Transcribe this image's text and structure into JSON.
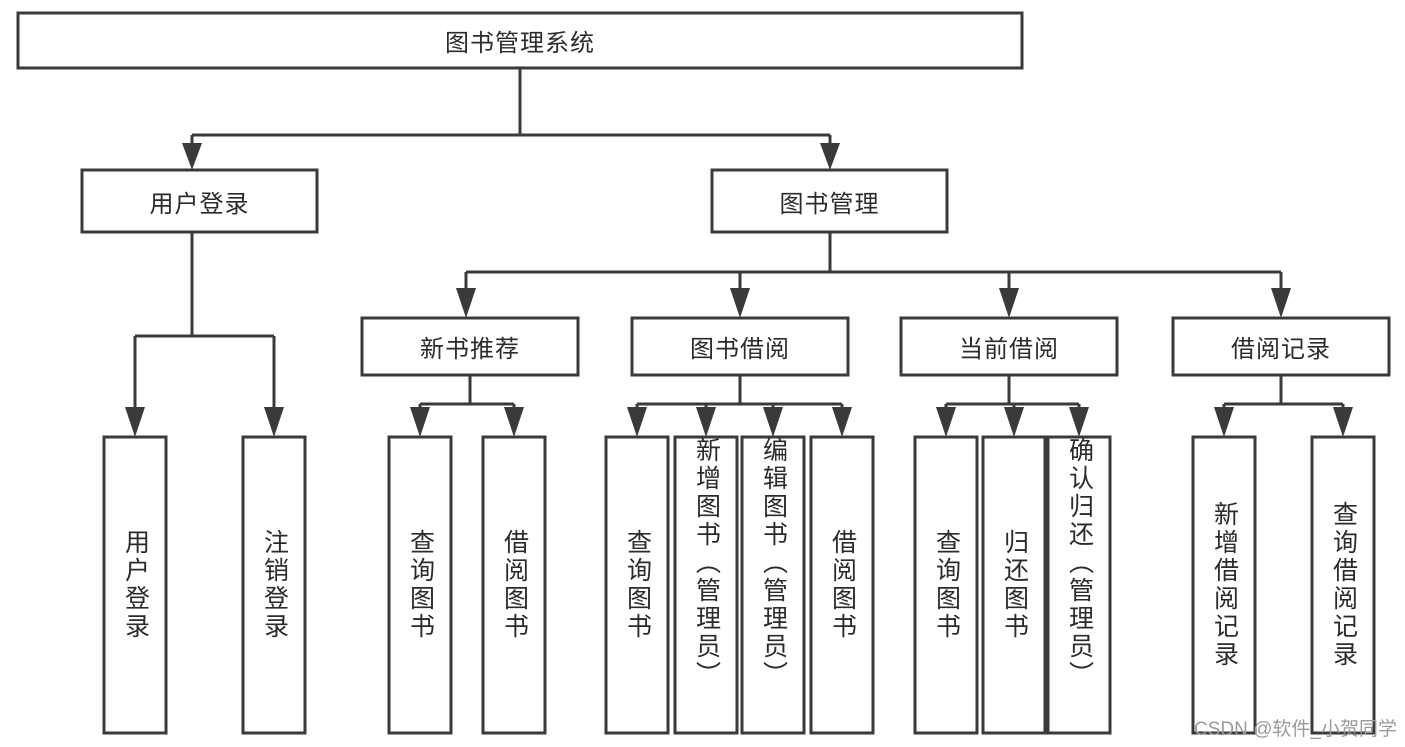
{
  "diagram": {
    "title": "图书管理系统",
    "type": "tree",
    "orientation": "top-down",
    "watermark": "CSDN @软件_小贺同学",
    "colors": {
      "background": "#ffffff",
      "box_fill": "#ffffff",
      "box_stroke": "#3a3a3a",
      "connector": "#3a3a3a",
      "text": "#2b2b2b",
      "watermark": "#9a9a9a"
    },
    "nodes": {
      "root": {
        "label": "图书管理系统",
        "level": 0
      },
      "level1": [
        {
          "id": "user-login",
          "label": "用户登录"
        },
        {
          "id": "book-manage",
          "label": "图书管理"
        }
      ],
      "level2": [
        {
          "id": "new-book-recommend",
          "label": "新书推荐",
          "parent": "book-manage"
        },
        {
          "id": "book-borrow",
          "label": "图书借阅",
          "parent": "book-manage"
        },
        {
          "id": "current-borrow",
          "label": "当前借阅",
          "parent": "book-manage"
        },
        {
          "id": "borrow-record",
          "label": "借阅记录",
          "parent": "book-manage"
        }
      ],
      "leaves": {
        "user-login": [
          {
            "id": "leaf-user-login",
            "label": "用户登录"
          },
          {
            "id": "leaf-user-logout",
            "label": "注销登录"
          }
        ],
        "new-book-recommend": [
          {
            "id": "leaf-query-book-1",
            "label": "查询图书"
          },
          {
            "id": "leaf-borrow-book-1",
            "label": "借阅图书"
          }
        ],
        "book-borrow": [
          {
            "id": "leaf-query-book-2",
            "label": "查询图书"
          },
          {
            "id": "leaf-add-book",
            "label": "新增图书（管理员）"
          },
          {
            "id": "leaf-edit-book",
            "label": "编辑图书（管理员）"
          },
          {
            "id": "leaf-borrow-book-2",
            "label": "借阅图书"
          }
        ],
        "current-borrow": [
          {
            "id": "leaf-query-book-3",
            "label": "查询图书"
          },
          {
            "id": "leaf-return-book",
            "label": "归还图书"
          },
          {
            "id": "leaf-confirm-return",
            "label": "确认归还（管理员）"
          }
        ],
        "borrow-record": [
          {
            "id": "leaf-add-record",
            "label": "新增借阅记录"
          },
          {
            "id": "leaf-query-record",
            "label": "查询借阅记录"
          }
        ]
      }
    }
  }
}
